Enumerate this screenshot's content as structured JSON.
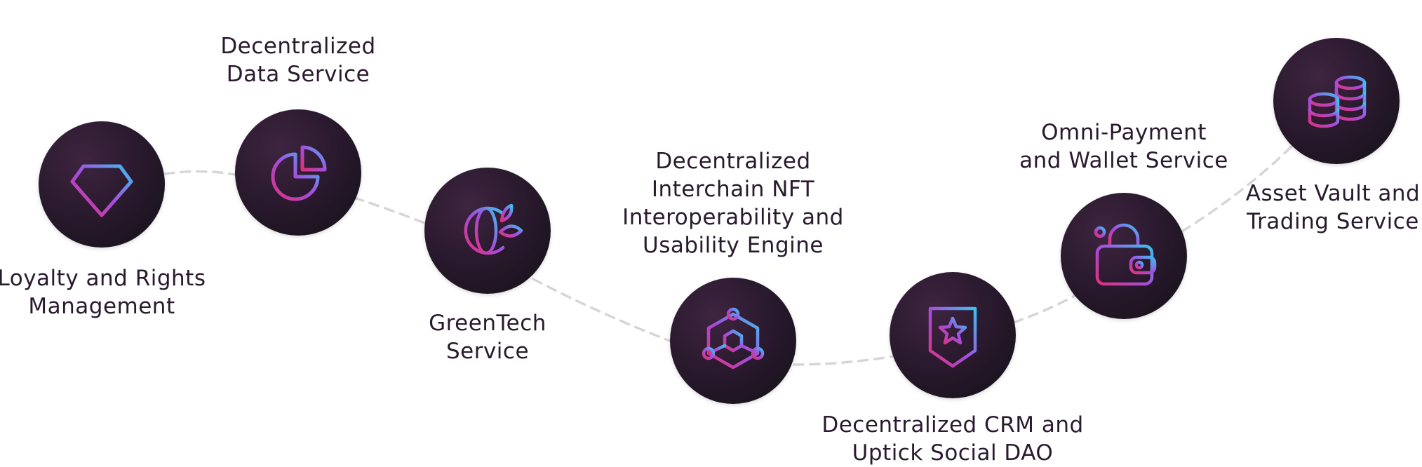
{
  "colors": {
    "node_fill": "#2a1a2e",
    "text": "#2a1a2e",
    "path": "#d6d6d6",
    "icon_gradient_start": "#e0307a",
    "icon_gradient_mid": "#a44ee0",
    "icon_gradient_end": "#39c2f0"
  },
  "steps": [
    {
      "id": "loyalty",
      "icon": "diamond-gem-icon",
      "label_lines": [
        "Loyalty and Rights",
        "Management"
      ]
    },
    {
      "id": "data",
      "icon": "pie-chart-icon",
      "label_lines": [
        "Decentralized",
        "Data Service"
      ]
    },
    {
      "id": "greentech",
      "icon": "globe-leaf-icon",
      "label_lines": [
        "GreenTech",
        "Service"
      ]
    },
    {
      "id": "nft",
      "icon": "network-hexagon-icon",
      "label_lines": [
        "Decentralized",
        "Interchain NFT",
        "Interoperability and",
        "Usability Engine"
      ]
    },
    {
      "id": "crm",
      "icon": "badge-star-icon",
      "label_lines": [
        "Decentralized CRM and",
        "Uptick Social DAO"
      ]
    },
    {
      "id": "payment",
      "icon": "wallet-lock-icon",
      "label_lines": [
        "Omni-Payment",
        "and Wallet Service"
      ]
    },
    {
      "id": "vault",
      "icon": "coin-stacks-icon",
      "label_lines": [
        "Asset Vault and",
        "Trading Service"
      ]
    }
  ]
}
